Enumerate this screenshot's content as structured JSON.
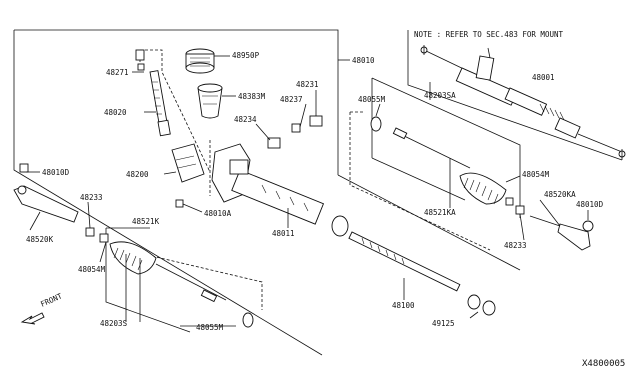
{
  "note": "NOTE : REFER TO SEC.483 FOR MOUNT",
  "diagram_id": "X4800005",
  "front_label": "FRONT",
  "labels": {
    "p48950P": "48950P",
    "p48271": "48271",
    "p48383M": "48383M",
    "p48010": "48010",
    "p48001": "48001",
    "p48231": "48231",
    "p48237": "48237",
    "p48020": "48020",
    "p48234": "48234",
    "p48200": "48200",
    "p48010A": "48010A",
    "p48011": "48011",
    "p48055M_top": "48055M",
    "p48203SA": "48203SA",
    "p48054M_right": "48054M",
    "p48521KA": "48521KA",
    "p48520KA": "48520KA",
    "p48010D_right": "48010D",
    "p48233_right": "48233",
    "p48010D_left": "48010D",
    "p48233_left": "48233",
    "p48521K": "48521K",
    "p48520K": "48520K",
    "p48054M_left": "48054M",
    "p48100": "48100",
    "p48125": "49125",
    "p48203S": "48203S",
    "p48055M_bottom": "48055M"
  }
}
